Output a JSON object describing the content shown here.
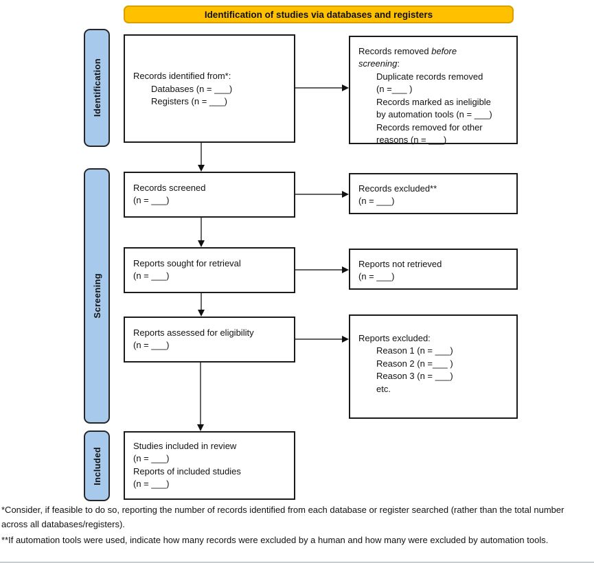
{
  "banner": {
    "title": "Identification of studies via databases and registers"
  },
  "stages": {
    "identification": "Identification",
    "screening": "Screening",
    "included": "Included"
  },
  "boxes": {
    "records_identified": {
      "title": "Records identified from*:",
      "items": [
        "Databases (n = ___)",
        "Registers (n = ___)"
      ]
    },
    "records_removed": {
      "title_prefix": "Records removed ",
      "title_italic": "before screening",
      "title_suffix": ":",
      "lines": [
        "Duplicate records removed",
        "(n =___ )",
        "Records marked as ineligible",
        "by automation tools (n = ___)",
        "Records removed for other",
        "reasons (n = ___)"
      ]
    },
    "records_screened": {
      "lines": [
        "Records screened",
        "(n = ___)"
      ]
    },
    "records_excluded": {
      "lines": [
        "Records excluded**",
        "(n = ___)"
      ]
    },
    "reports_sought": {
      "lines": [
        "Reports sought for retrieval",
        "(n = ___)"
      ]
    },
    "reports_not_retrieved": {
      "lines": [
        "Reports not retrieved",
        "(n = ___)"
      ]
    },
    "reports_assessed": {
      "lines": [
        "Reports assessed for eligibility",
        "(n = ___)"
      ]
    },
    "reports_excluded": {
      "title": "Reports excluded:",
      "items": [
        "Reason 1 (n = ___)",
        "Reason 2 (n =___ )",
        "Reason 3 (n = ___)",
        "etc."
      ]
    },
    "studies_included": {
      "lines": [
        "Studies included in review",
        "(n = ___)",
        "Reports of included studies",
        "(n = ___)"
      ]
    }
  },
  "footnotes": [
    "*Consider, if feasible to do so, reporting the number of records identified from each database or register searched (rather than the total number across all databases/registers).",
    "**If automation tools were used, indicate how many records were excluded by a human and how many were excluded by automation tools."
  ],
  "colors": {
    "banner_fill": "#FFC000",
    "banner_border": "#DB9E00",
    "stage_fill": "#A7C9EC",
    "stage_border": "#262626",
    "box_border": "#1A1A1A",
    "arrow_shaft": "#4A4A4A",
    "arrow_head": "#111111"
  }
}
